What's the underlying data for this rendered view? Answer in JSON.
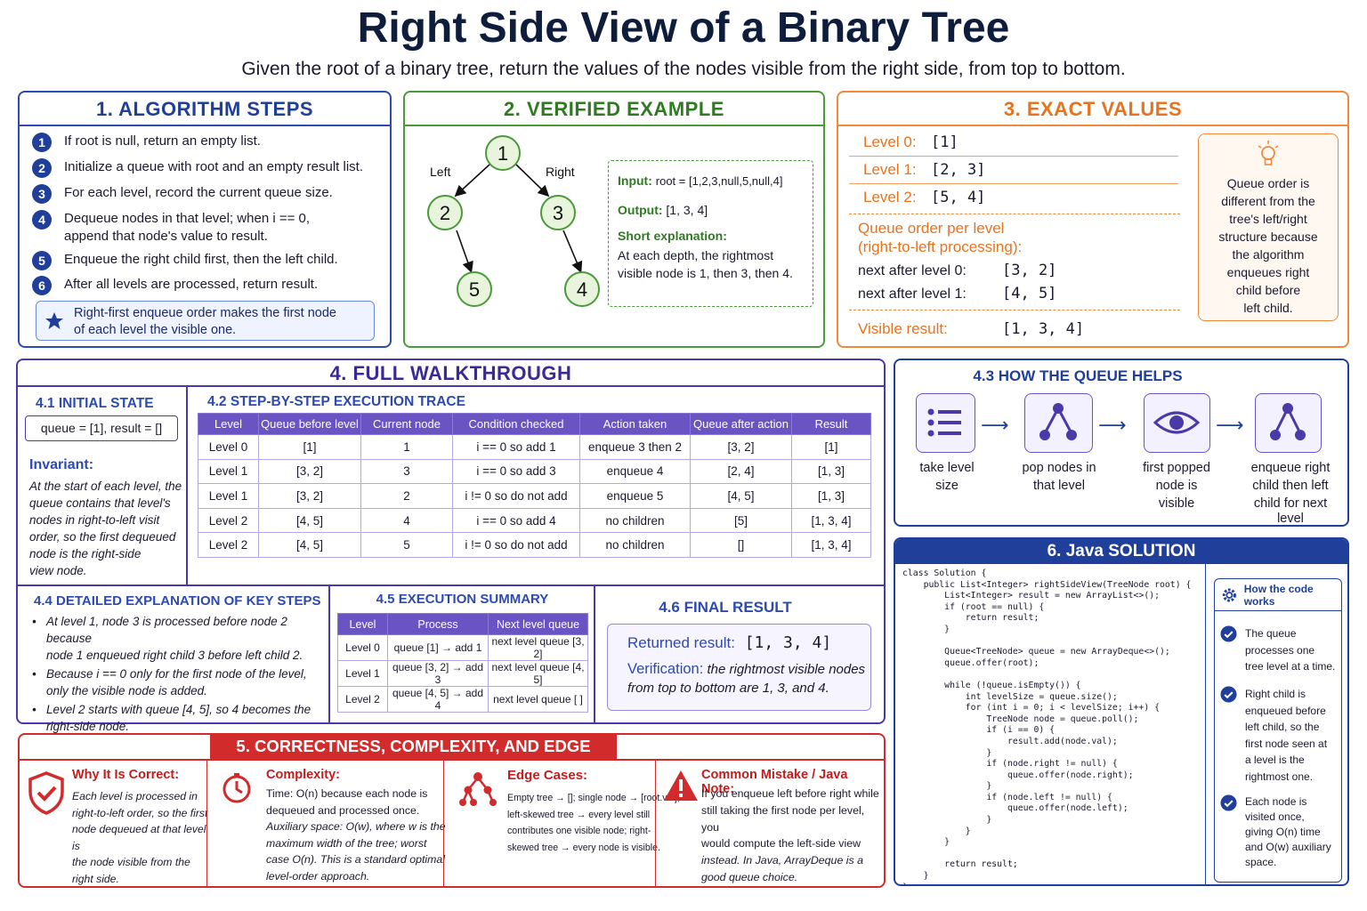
{
  "header": {
    "title": "Right Side View of a Binary Tree",
    "subtitle": "Given the root of a binary tree, return the values of the nodes visible from the right side, from top to bottom."
  },
  "colors": {
    "navy": "#1f3f9a",
    "green": "#4a9a3a",
    "orange": "#f08a3a",
    "purple": "#4a3aa8",
    "red": "#d22b2b"
  },
  "algorithm": {
    "title": "1. ALGORITHM STEPS",
    "steps": [
      {
        "n": "1",
        "text": "If root  is null, return an empty list."
      },
      {
        "n": "2",
        "text": "Initialize a queue with root and an empty result list."
      },
      {
        "n": "3",
        "text": "For each level, record the current queue size."
      },
      {
        "n": "4",
        "text": "Dequeue nodes in that level; when i == 0,",
        "text2": "append that node's value to result."
      },
      {
        "n": "5",
        "text": "Enqueue the right child first, then the left child."
      },
      {
        "n": "6",
        "text": "After all levels are processed, return result."
      }
    ],
    "note_line1": "Right-first enqueue order makes the first node",
    "note_line2": "of each level the visible one.",
    "note_icon": "star-icon"
  },
  "example": {
    "title": "2. VERIFIED EXAMPLE",
    "left_label": "Left",
    "right_label": "Right",
    "nodes": {
      "n1": "1",
      "n2": "2",
      "n3": "3",
      "n5": "5",
      "n4": "4"
    },
    "input_label": "Input:",
    "input_value": "root = [1,2,3,null,5,null,4]",
    "output_label": "Output:",
    "output_value": "[1, 3, 4]",
    "expl_label": "Short explanation:",
    "expl_line1": "At each depth, the rightmost",
    "expl_line2": "visible node is 1, then 3, then 4."
  },
  "exact": {
    "title": "3. EXACT VALUES",
    "levels": [
      {
        "label": "Level 0:",
        "value": "[1]"
      },
      {
        "label": "Level 1:",
        "value": "[2, 3]"
      },
      {
        "label": "Level 2:",
        "value": "[5, 4]"
      }
    ],
    "queue_order_line1": "Queue order per level",
    "queue_order_line2": "(right-to-left processing):",
    "next0_label": "next after level 0:",
    "next0_value": "[3, 2]",
    "next1_label": "next after level 1:",
    "next1_value": "[4, 5]",
    "visible_label": "Visible result:",
    "visible_value": "[1, 3, 4]",
    "tip_icon": "lightbulb-icon",
    "tip_lines": [
      "Queue order is",
      "different from the",
      "tree's left/right",
      "structure because",
      "the algorithm",
      "enqueues right",
      "child before",
      "left child."
    ]
  },
  "walkthrough": {
    "title": "4. FULL WALKTHROUGH",
    "initial_title": "4.1 INITIAL STATE",
    "initial_value": "queue = [1], result = []",
    "invariant_title": "Invariant:",
    "invariant_lines": [
      "At the start of each level, the",
      "queue contains that level's",
      "nodes in right-to-left visit",
      "order, so the first dequeued",
      "node is the right-side",
      "view node."
    ],
    "trace_title": "4.2 STEP-BY-STEP EXECUTION TRACE",
    "trace_headers": [
      "Level",
      "Queue before level",
      "Current node",
      "Condition checked",
      "Action taken",
      "Queue after action",
      "Result"
    ],
    "trace_rows": [
      [
        "Level 0",
        "[1]",
        "1",
        "i == 0 so add 1",
        "enqueue 3 then 2",
        "[3, 2]",
        "[1]"
      ],
      [
        "Level 1",
        "[3, 2]",
        "3",
        "i == 0 so add 3",
        "enqueue 4",
        "[2, 4]",
        "[1, 3]"
      ],
      [
        "Level 1",
        "[3, 2]",
        "2",
        "i != 0 so do not add",
        "enqueue 5",
        "[4, 5]",
        "[1, 3]"
      ],
      [
        "Level 2",
        "[4, 5]",
        "4",
        "i == 0 so add 4",
        "no children",
        "[5]",
        "[1, 3, 4]"
      ],
      [
        "Level 2",
        "[4, 5]",
        "5",
        "i != 0 so do not add",
        "no children",
        "[]",
        "[1, 3, 4]"
      ]
    ],
    "detail_title": "4.4 DETAILED EXPLANATION OF KEY STEPS",
    "detail_bullets": [
      {
        "l1": "At level 1, node 3 is processed before node 2 because",
        "l2": "node 1 enqueued right child 3 before left child 2."
      },
      {
        "l1": "Because i == 0 only for the first node of the level,",
        "l2": "only the visible node is added."
      },
      {
        "l1": "Level 2 starts with queue [4, 5], so 4 becomes the",
        "l2": "right-side node."
      }
    ],
    "summary_title": "4.5 EXECUTION SUMMARY",
    "summary_headers": [
      "Level",
      "Process",
      "Next level queue"
    ],
    "summary_rows": [
      [
        "Level 0",
        "queue [1] → add 1",
        "next level queue [3, 2]"
      ],
      [
        "Level 1",
        "queue [3, 2] → add 3",
        "next level queue [4, 5]"
      ],
      [
        "Level 2",
        "queue [4, 5] → add 4",
        "next level queue [ ]"
      ]
    ],
    "final_title": "4.6 FINAL RESULT",
    "returned_label": "Returned result:",
    "returned_value": "[1, 3, 4]",
    "verification_label": "Verification:",
    "verification_l1": "the rightmost visible nodes",
    "verification_l2": "from top to bottom are 1, 3, and 4."
  },
  "queue_helps": {
    "title": "4.3 HOW THE QUEUE HELPS",
    "items": [
      {
        "icon": "list-icon",
        "l1": "take level",
        "l2": "size",
        "l3": ""
      },
      {
        "icon": "tree-icon",
        "l1": "pop nodes in",
        "l2": "that level",
        "l3": ""
      },
      {
        "icon": "eye-icon",
        "l1": "first popped",
        "l2": "node is",
        "l3": "visible"
      },
      {
        "icon": "tree-icon",
        "l1": "enqueue right",
        "l2": "child then left",
        "l3": "child for next",
        "l4": "level"
      }
    ]
  },
  "java": {
    "title": "6. Java SOLUTION",
    "code_lines": [
      "class Solution {",
      "    public List<Integer> rightSideView(TreeNode root) {",
      "        List<Integer> result = new ArrayList<>();",
      "        if (root == null) {",
      "            return result;",
      "        }",
      "",
      "        Queue<TreeNode> queue = new ArrayDeque<>();",
      "        queue.offer(root);",
      "",
      "        while (!queue.isEmpty()) {",
      "            int levelSize = queue.size();",
      "            for (int i = 0; i < levelSize; i++) {",
      "                TreeNode node = queue.poll();",
      "                if (i == 0) {",
      "                    result.add(node.val);",
      "                }",
      "                if (node.right != null) {",
      "                    queue.offer(node.right);",
      "                }",
      "                if (node.left != null) {",
      "                    queue.offer(node.left);",
      "                }",
      "            }",
      "        }",
      "",
      "        return result;",
      "    }",
      "}"
    ],
    "how_title": "How the code works",
    "how_icon": "gear-icon",
    "how_items": [
      [
        "The queue",
        "processes one",
        "tree level at a time."
      ],
      [
        "Right child is",
        "enqueued before",
        "left child, so the",
        "first node seen at",
        "a level is the",
        "rightmost one."
      ],
      [
        "Each node is",
        "visited once,",
        "giving O(n) time",
        "and O(w) auxiliary",
        "space."
      ]
    ]
  },
  "correctness": {
    "title": "5. CORRECTNESS, COMPLEXITY, AND EDGE CASES",
    "why_title": "Why It Is Correct:",
    "why_lines": [
      "Each level is processed in",
      "right-to-left order, so the first",
      "node dequeued at that level is",
      "the node visible from the",
      "right side."
    ],
    "complexity_title": "Complexity:",
    "complexity_lines": [
      "Time: O(n) because each node is",
      "dequeued and processed once.",
      "Auxiliary space: O(w), where w is the",
      "maximum width of the tree; worst",
      "case O(n). This is a standard optimal",
      "level-order approach."
    ],
    "edge_title": "Edge Cases:",
    "edge_lines": [
      "Empty tree → []; single node → [root.val];",
      "left-skewed tree → every level still",
      "contributes one visible node; right-",
      "skewed tree → every node is visible."
    ],
    "mistake_title": "Common Mistake / Java Note:",
    "mistake_lines": [
      "If you enqueue left before right while",
      "still taking the first node per level, you",
      "would compute the left-side view",
      "instead.  In  Java, ArrayDeque is a",
      "good queue choice."
    ]
  }
}
